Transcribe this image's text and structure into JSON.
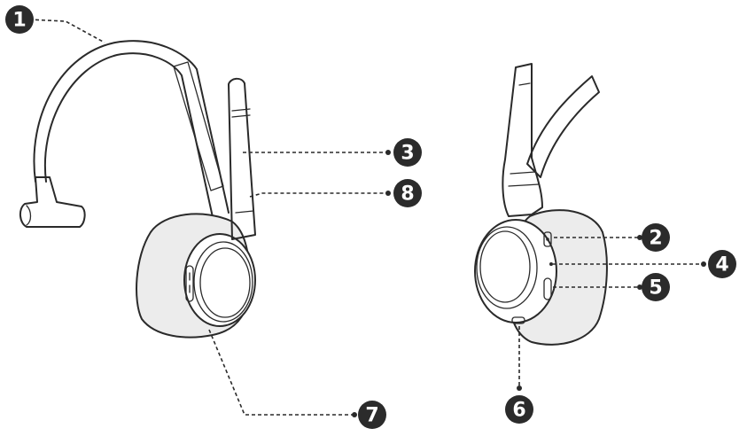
{
  "callouts": [
    {
      "id": "c1",
      "label": "1"
    },
    {
      "id": "c2",
      "label": "2"
    },
    {
      "id": "c3",
      "label": "3"
    },
    {
      "id": "c4",
      "label": "4"
    },
    {
      "id": "c5",
      "label": "5"
    },
    {
      "id": "c6",
      "label": "6"
    },
    {
      "id": "c7",
      "label": "7"
    },
    {
      "id": "c8",
      "label": "8"
    }
  ],
  "colors": {
    "line": "#2a2a2a",
    "cushion": "#ececec",
    "badge": "#2b2b2b",
    "badge_text": "#ffffff"
  }
}
